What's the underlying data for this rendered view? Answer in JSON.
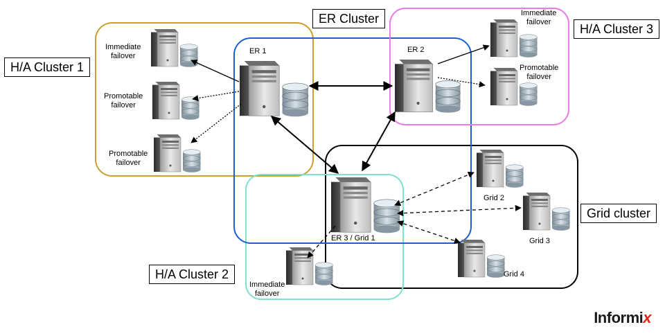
{
  "clusters": {
    "er": "ER Cluster",
    "ha1": "H/A Cluster 1",
    "ha2": "H/A Cluster 2",
    "ha3": "H/A Cluster 3",
    "grid": "Grid cluster"
  },
  "nodes": {
    "er1": "ER 1",
    "er2": "ER 2",
    "er3": "ER 3 / Grid 1",
    "ha1_a": "Immediate\nfailover",
    "ha1_b": "Promotable\nfailover",
    "ha1_c": "Promotable\nfailover",
    "ha3_a": "Immediate\nfailover",
    "ha3_b": "Promotable\nfailover",
    "ha2_a": "Immediate\nfailover",
    "grid2": "Grid 2",
    "grid3": "Grid 3",
    "grid4": "Grid 4"
  },
  "brand": {
    "main": "Informi",
    "accent": "x"
  },
  "colors": {
    "ha1": "#c9a02c",
    "er": "#1a5fd6",
    "ha3": "#ec7ae6",
    "ha2": "#7ee0cf",
    "grid": "#000000"
  }
}
